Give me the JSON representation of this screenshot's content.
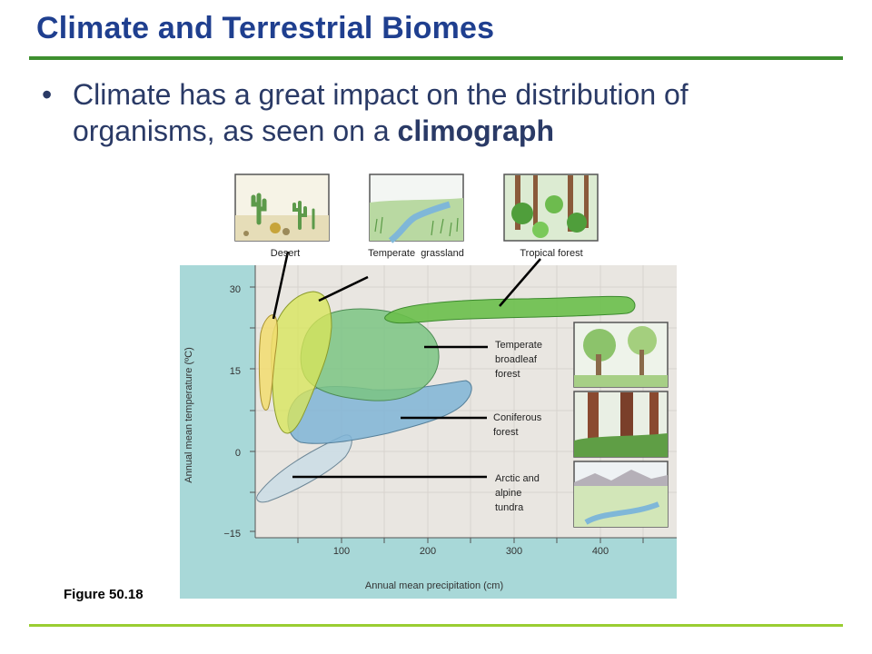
{
  "slide": {
    "title": "Climate and Terrestrial Biomes",
    "bullet_plain": "Climate has a great impact on the distribution of organisms, as seen on a ",
    "bullet_bold": "climograph",
    "figure_label": "Figure 50.18"
  },
  "diagram": {
    "y_axis_label": "Annual mean temperature (ºC)",
    "x_axis_label": "Annual mean precipitation (cm)",
    "y_ticks": [
      "30",
      "15",
      "0",
      "−15"
    ],
    "x_ticks": [
      "100",
      "200",
      "300",
      "400"
    ],
    "top_labels": {
      "desert": "Desert",
      "grassland": "Temperate  grassland",
      "tropical": "Tropical forest"
    },
    "side_labels": {
      "broadleaf": [
        "Temperate",
        "broadleaf",
        "forest"
      ],
      "coniferous": [
        "Coniferous",
        "forest"
      ],
      "tundra": [
        "Arctic and",
        "alpine",
        "tundra"
      ]
    },
    "colors": {
      "panel": "#a8d8d8",
      "plot_bg": "#e9e6e1",
      "desert": "#f2dc6e",
      "grassland": "#d9e55a",
      "broadleaf": "#7bc483",
      "tropical": "#6abf4b",
      "coniferous": "#7fb4d6",
      "tundra": "#ccdde6"
    }
  }
}
